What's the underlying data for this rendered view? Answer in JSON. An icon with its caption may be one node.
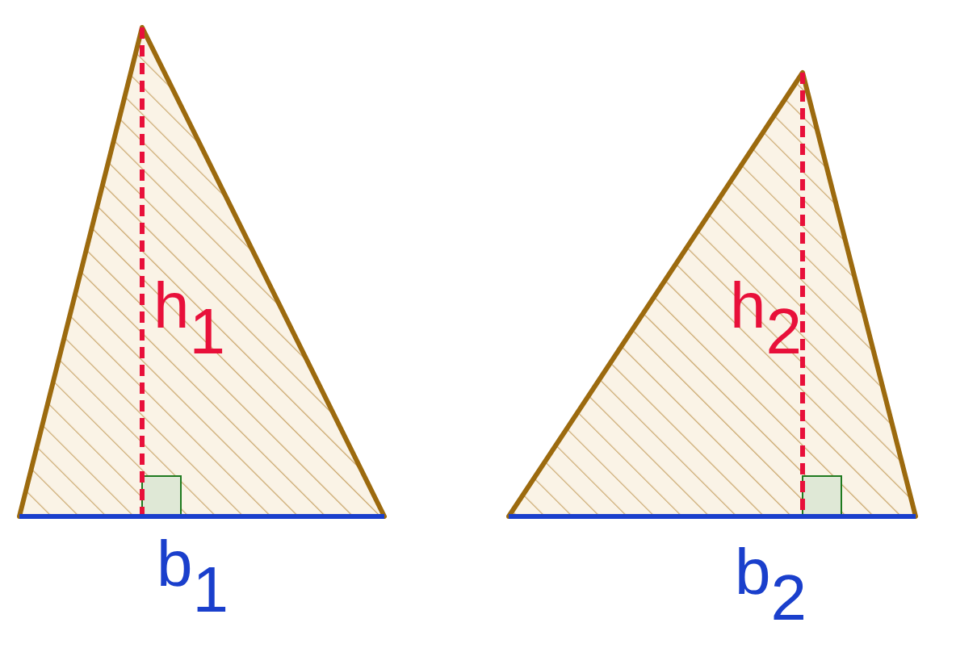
{
  "diagram": {
    "labels": [
      "h$_{1}$",
      "h$_{2}$",
      "b$_{1}$",
      "b$_{2}$"
    ]
  }
}
